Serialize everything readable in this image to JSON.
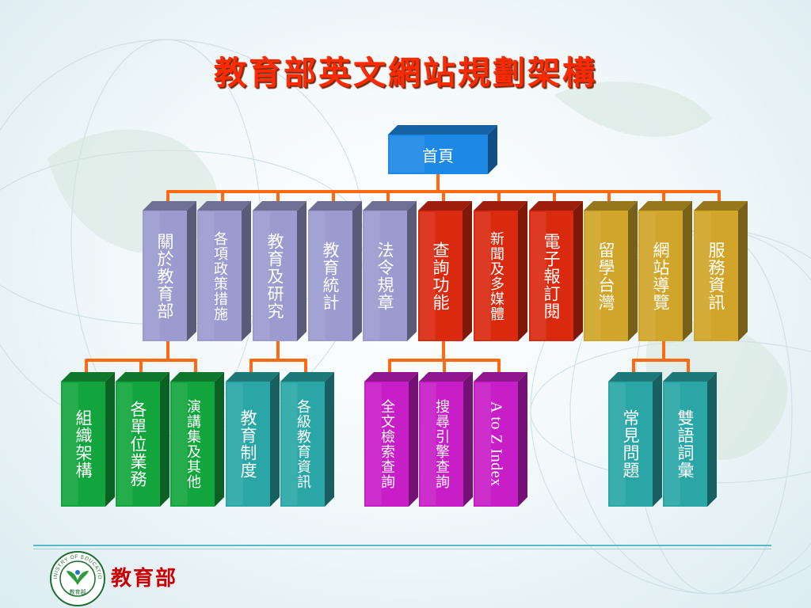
{
  "title": "教育部英文網站規劃架構",
  "colors": {
    "title": "#ff2a00",
    "connector": "#ff6a10",
    "root": "#1e88e5",
    "lavender": "#9b9bd0",
    "red": "#d92a10",
    "gold": "#d1a52a",
    "green": "#13a53d",
    "teal": "#2aa6a6",
    "magenta": "#c81ec8"
  },
  "root": {
    "label": "首頁"
  },
  "level1": [
    {
      "label": "關於教育部",
      "color": "lavender"
    },
    {
      "label": "各項政策措施",
      "color": "lavender"
    },
    {
      "label": "教育及研究",
      "color": "lavender"
    },
    {
      "label": "教育統計",
      "color": "lavender"
    },
    {
      "label": "法令規章",
      "color": "lavender"
    },
    {
      "label": "查詢功能",
      "color": "red"
    },
    {
      "label": "新聞及多媒體",
      "color": "red"
    },
    {
      "label": "電子報訂閱",
      "color": "red"
    },
    {
      "label": "留學台灣",
      "color": "gold"
    },
    {
      "label": "網站導覽",
      "color": "gold"
    },
    {
      "label": "服務資訊",
      "color": "gold"
    }
  ],
  "level2": [
    {
      "parent": 0,
      "items": [
        {
          "label": "組織架構",
          "color": "green"
        },
        {
          "label": "各單位業務",
          "color": "green"
        },
        {
          "label": "演講集及其他",
          "color": "green"
        }
      ]
    },
    {
      "parent": 2,
      "items": [
        {
          "label": "教育制度",
          "color": "teal"
        },
        {
          "label": "各級教育資訊",
          "color": "teal"
        }
      ]
    },
    {
      "parent": 5,
      "items": [
        {
          "label": "全文檢索查詢",
          "color": "magenta"
        },
        {
          "label": "搜尋引擎查詢",
          "color": "magenta"
        },
        {
          "label": "A to Z Index",
          "color": "magenta",
          "latin": true
        }
      ]
    },
    {
      "parent": 9,
      "items": [
        {
          "label": "常見問題",
          "color": "teal"
        },
        {
          "label": "雙語詞彙",
          "color": "teal"
        }
      ]
    }
  ],
  "footer": {
    "ministry_name": "教育部",
    "logo_text": "MINISTRY OF EDUCATION",
    "logo_inner": "教育部"
  }
}
